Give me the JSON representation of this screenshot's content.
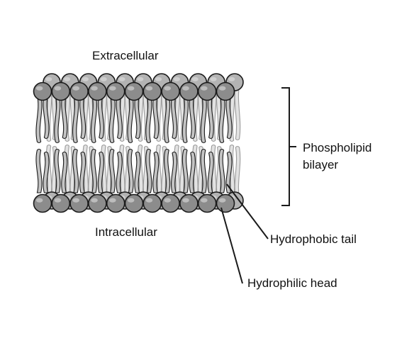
{
  "labels": {
    "extracellular": "Extracellular",
    "intracellular": "Intracellular",
    "bilayer_line1": "Phospholipid",
    "bilayer_line2": "bilayer",
    "tail": "Hydrophobic tail",
    "head": "Hydrophilic head"
  },
  "colors": {
    "head_fill": "#8c8c8c",
    "head_back_fill": "#b3b3b3",
    "head_highlight": "#e6e6e6",
    "tail_front": "#c4c4c4",
    "tail_back": "#e3e3e3",
    "outline": "#1a1a1a",
    "text": "#111111"
  },
  "membrane": {
    "molecules_per_leaflet": 11
  }
}
